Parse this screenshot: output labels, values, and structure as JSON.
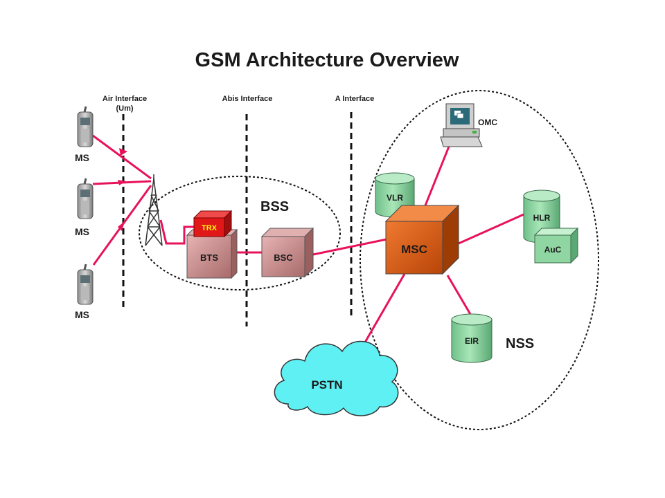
{
  "title": "GSM Architecture Overview",
  "interfaces": {
    "air_line1": "Air Interface",
    "air_line2": "(Um)",
    "abis": "Abis Interface",
    "a": "A Interface"
  },
  "mobile_stations": [
    "MS",
    "MS",
    "MS"
  ],
  "bss": {
    "label": "BSS",
    "trx": "TRX",
    "bts": "BTS",
    "bsc": "BSC"
  },
  "nss": {
    "label": "NSS",
    "msc": "MSC",
    "vlr": "VLR",
    "hlr": "HLR",
    "auc": "AuC",
    "eir": "EIR",
    "omc": "OMC"
  },
  "pstn": "PSTN",
  "colors": {
    "link": "#e8125a",
    "bts": "#c98b8b",
    "trx": "#e01818",
    "trx_text": "#ffff00",
    "msc": "#e2601a",
    "database": "#8fd6a2",
    "cloud": "#5ff0f4"
  }
}
